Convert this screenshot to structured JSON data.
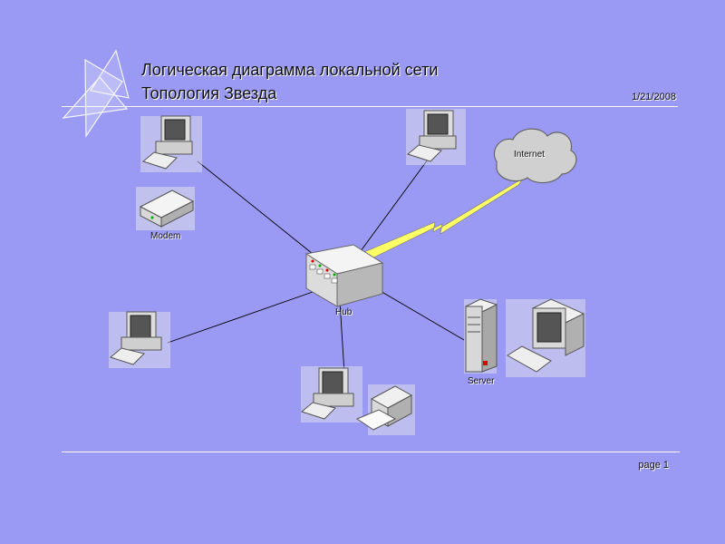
{
  "header": {
    "title_line1": "Логическая диаграмма локальной сети",
    "title_line2": "Топология Звезда",
    "date": "1/21/2008"
  },
  "footer": {
    "page": "page 1"
  },
  "diagram": {
    "labels": {
      "modem": "Modem",
      "hub": "Hub",
      "internet": "Internet",
      "server": "Server"
    },
    "colors": {
      "background": "#9a9af5",
      "lightning": "#ffff66",
      "line": "#000000"
    }
  }
}
